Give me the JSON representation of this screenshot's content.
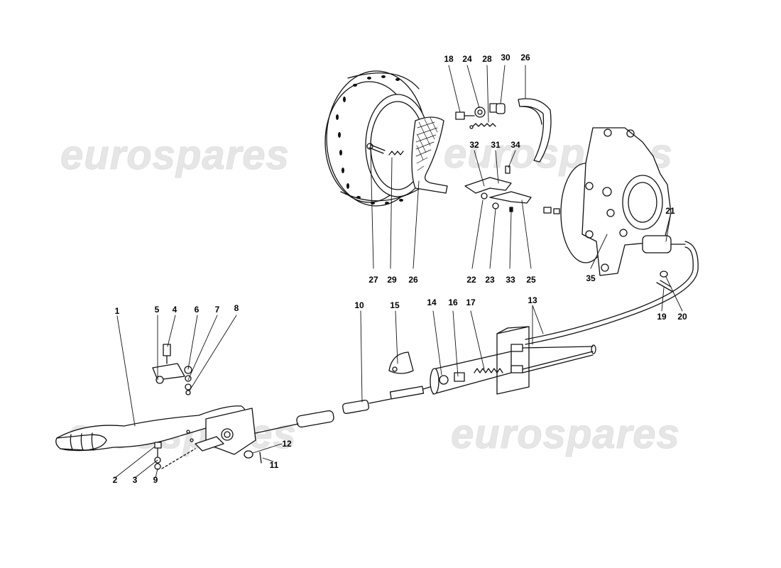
{
  "watermark": {
    "text": "eurospares",
    "color": "#e6e6e6"
  },
  "callouts": {
    "c1": "1",
    "c2": "2",
    "c3": "3",
    "c4": "4",
    "c5": "5",
    "c6": "6",
    "c7": "7",
    "c8": "8",
    "c9": "9",
    "c10": "10",
    "c11": "11",
    "c12": "12",
    "c13": "13",
    "c14": "14",
    "c15": "15",
    "c16": "16",
    "c17": "17",
    "c18": "18",
    "c19": "19",
    "c20": "20",
    "c21": "21",
    "c22": "22",
    "c23": "23",
    "c24": "24",
    "c25": "25",
    "c26a": "26",
    "c26b": "26",
    "c27": "27",
    "c28": "28",
    "c29": "29",
    "c30": "30",
    "c31": "31",
    "c32": "32",
    "c33": "33",
    "c34": "34",
    "c35": "35"
  }
}
